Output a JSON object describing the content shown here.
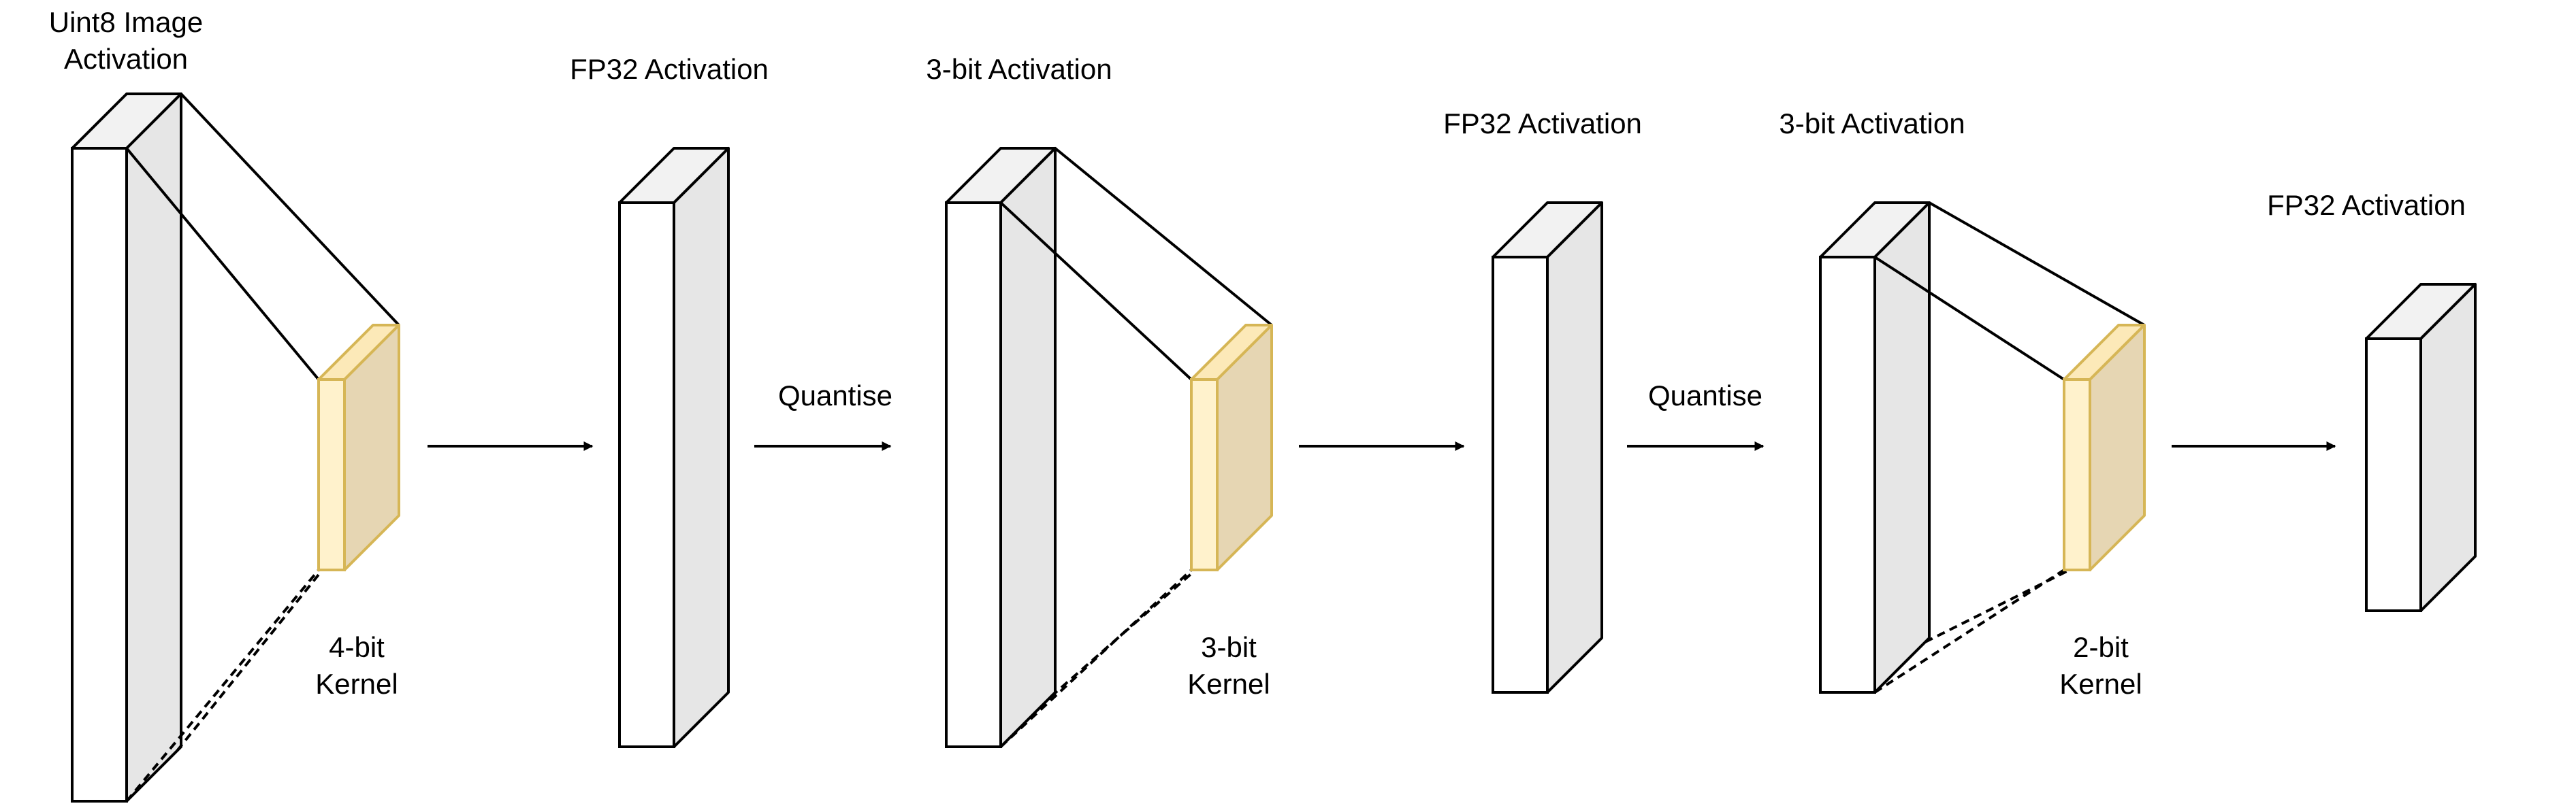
{
  "labels": {
    "input_line1": "Uint8 Image",
    "input_line2": "Activation",
    "fp32_1": "FP32 Activation",
    "act3_1": "3-bit Activation",
    "fp32_2": "FP32 Activation",
    "act3_2": "3-bit Activation",
    "fp32_3": "FP32 Activation",
    "quantise_1": "Quantise",
    "quantise_2": "Quantise",
    "kernel1_line1": "4-bit",
    "kernel1_line2": "Kernel",
    "kernel2_line1": "3-bit",
    "kernel2_line2": "Kernel",
    "kernel3_line1": "2-bit",
    "kernel3_line2": "Kernel"
  },
  "colors": {
    "block_front": "#ffffff",
    "block_top": "#f2f2f2",
    "block_side": "#e6e6e6",
    "kernel_front": "#fff2cc",
    "kernel_top": "#fce9b8",
    "kernel_side": "#e6d6b3",
    "kernel_stroke": "#d6b656",
    "stroke": "#000000"
  }
}
